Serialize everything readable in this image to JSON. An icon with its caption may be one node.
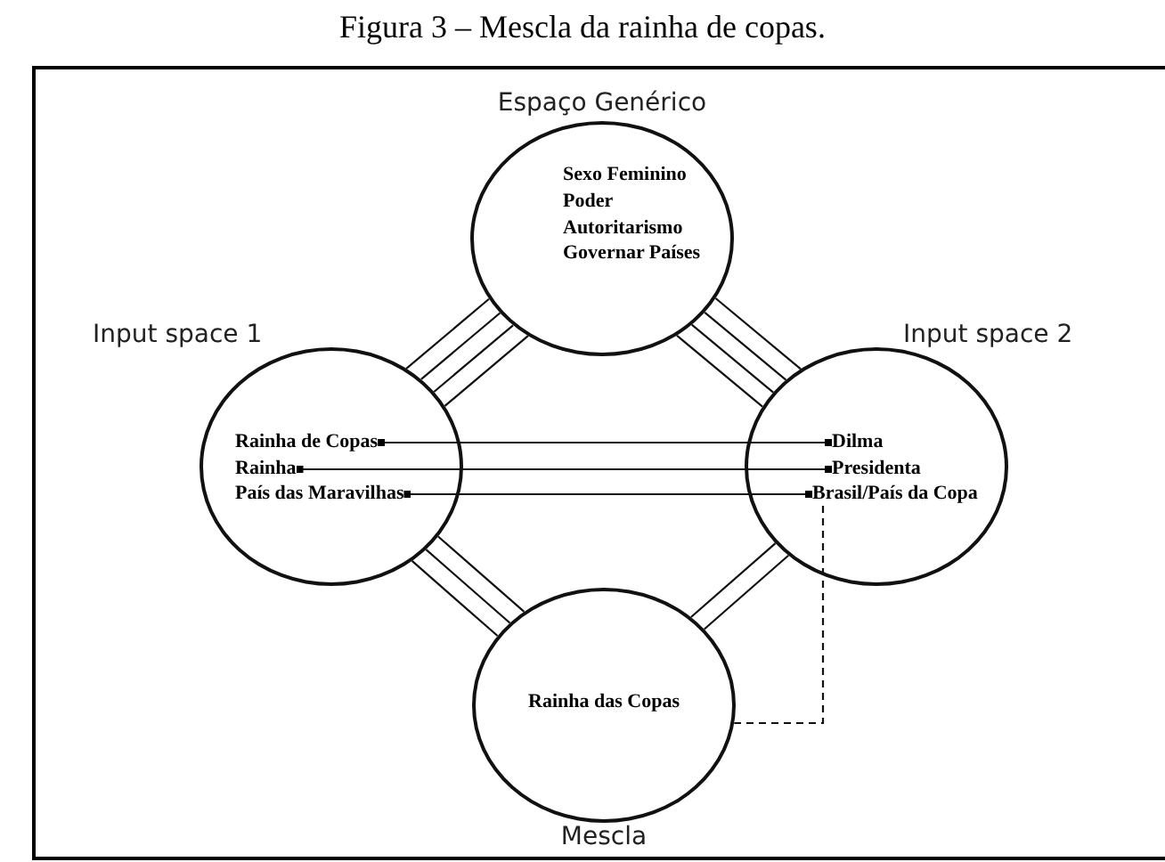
{
  "diagram": {
    "title": "Figura 3 – Mescla da rainha de copas.",
    "nodes": [
      {
        "text": [
          "Espaço Genérico"
        ]
      },
      {
        "text": [
          "Sexo Feminino"
        ],
        "in": 0
      },
      {
        "text": [
          "Poder"
        ],
        "in": 0
      },
      {
        "text": [
          "Autoritarismo"
        ],
        "in": 0
      },
      {
        "text": [
          "Governar Países"
        ],
        "in": 0
      },
      {
        "text": [
          "Input space 1"
        ]
      },
      {
        "text": [
          "Rainha de Copas"
        ],
        "in": 5
      },
      {
        "text": [
          "Rainha"
        ],
        "in": 5
      },
      {
        "text": [
          "País das Maravilhas"
        ],
        "in": 5
      },
      {
        "text": [
          "Input space 2"
        ]
      },
      {
        "text": [
          "Dilma"
        ],
        "in": 9
      },
      {
        "text": [
          "Presidenta"
        ],
        "in": 9
      },
      {
        "text": [
          "Brasil/País da Copa"
        ],
        "in": 9
      },
      {
        "text": [
          "Mescla"
        ]
      },
      {
        "text": [
          "Rainha das Copas"
        ],
        "in": 13
      }
    ],
    "edges": [
      {
        "from": 6,
        "to": 10,
        "arrow": "other"
      },
      {
        "from": 7,
        "to": 11,
        "arrow": "other"
      },
      {
        "from": 8,
        "to": 12,
        "arrow": "other"
      },
      {
        "from": 0,
        "to": 5,
        "arrow": "none"
      },
      {
        "from": 0,
        "to": 5,
        "arrow": "none"
      },
      {
        "from": 0,
        "to": 5,
        "arrow": "none"
      },
      {
        "from": 0,
        "to": 5,
        "arrow": "none"
      },
      {
        "from": 0,
        "to": 9,
        "arrow": "none"
      },
      {
        "from": 0,
        "to": 9,
        "arrow": "none"
      },
      {
        "from": 0,
        "to": 9,
        "arrow": "none"
      },
      {
        "from": 0,
        "to": 9,
        "arrow": "none"
      },
      {
        "from": 5,
        "to": 13,
        "arrow": "none"
      },
      {
        "from": 5,
        "to": 13,
        "arrow": "none"
      },
      {
        "from": 5,
        "to": 13,
        "arrow": "none"
      },
      {
        "from": 9,
        "to": 13,
        "arrow": "none"
      },
      {
        "from": 9,
        "to": 13,
        "arrow": "none"
      },
      {
        "from": 12,
        "to": 13,
        "arrow": "none",
        "style": "dashed"
      }
    ]
  }
}
